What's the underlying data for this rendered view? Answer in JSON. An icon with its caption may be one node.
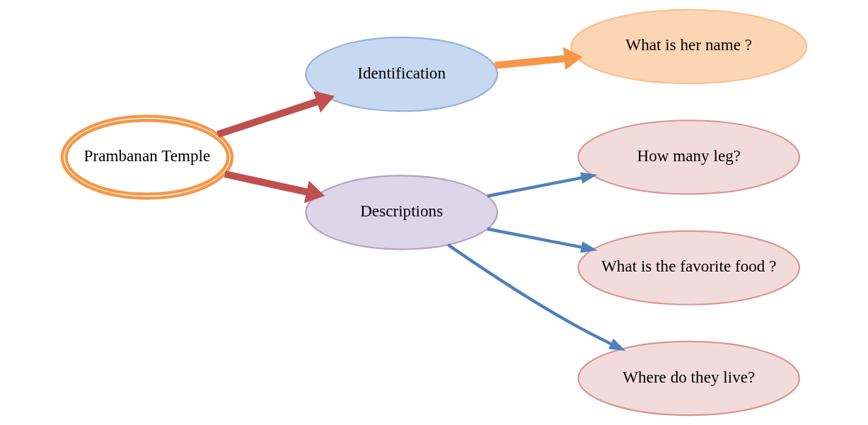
{
  "diagram": {
    "nodes": [
      {
        "text": [
          "Prambanan Temple"
        ]
      },
      {
        "text": [
          "Identification"
        ]
      },
      {
        "text": [
          "What is her name ?"
        ]
      },
      {
        "text": [
          "Descriptions"
        ]
      },
      {
        "text": [
          "How many leg?"
        ]
      },
      {
        "text": [
          "What is the favorite food ?"
        ]
      },
      {
        "text": [
          "Where do they live?"
        ]
      }
    ],
    "edges": [
      {
        "from": 0,
        "to": 1,
        "arrow": "to",
        "style": "thick",
        "color": "#c0504d"
      },
      {
        "from": 1,
        "to": 2,
        "arrow": "to",
        "style": "thick",
        "color": "#f79646"
      },
      {
        "from": 0,
        "to": 3,
        "arrow": "to",
        "style": "thick",
        "color": "#c0504d"
      },
      {
        "from": 3,
        "to": 4,
        "arrow": "to"
      },
      {
        "from": 3,
        "to": 5,
        "arrow": "to"
      },
      {
        "from": 3,
        "to": 6,
        "arrow": "to"
      }
    ]
  }
}
